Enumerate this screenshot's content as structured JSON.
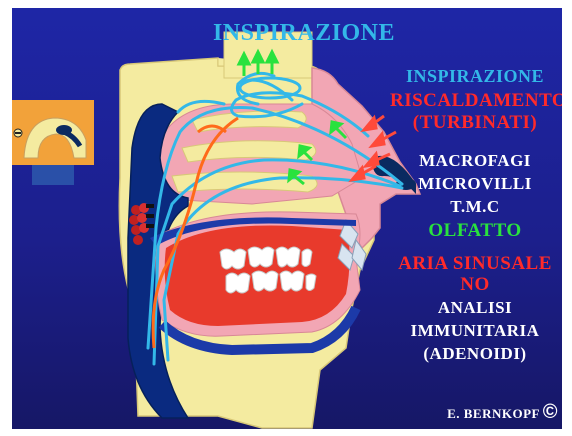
{
  "title": "INSPIRAZIONE",
  "list": [
    {
      "text": "INSPIRAZIONE",
      "color": "#33b8e8"
    },
    {
      "text": "RISCALDAMENTO",
      "color": "#ff2a2a"
    },
    {
      "text": "(TURBINATI)",
      "color": "#ff2a2a"
    },
    {
      "text": "MACROFAGI",
      "color": "#ffffff"
    },
    {
      "text": "MICROVILLI",
      "color": "#ffffff"
    },
    {
      "text": "T.M.C",
      "color": "#ffffff"
    },
    {
      "text": "OLFATTO",
      "color": "#29e23e"
    },
    {
      "text": "ARIA SINUSALE",
      "color": "#ff2a2a"
    },
    {
      "text": "NO",
      "color": "#ff2a2a"
    },
    {
      "text": "ANALISI",
      "color": "#ffffff"
    },
    {
      "text": "IMMUNITARIA",
      "color": "#ffffff"
    },
    {
      "text": "(ADENOIDI)",
      "color": "#ffffff"
    }
  ],
  "credit": "E. BERNKOPF",
  "copyright_symbol": "©",
  "colors": {
    "background": "#1c1f8c",
    "bone": "#f4eba0",
    "mucosa": "#f2a6b4",
    "mouth": "#e83a2c",
    "airway": "#0a2a80",
    "air_flow": "#33b8e8",
    "warming": "#ff4a3a",
    "olfaction": "#29e23e"
  }
}
